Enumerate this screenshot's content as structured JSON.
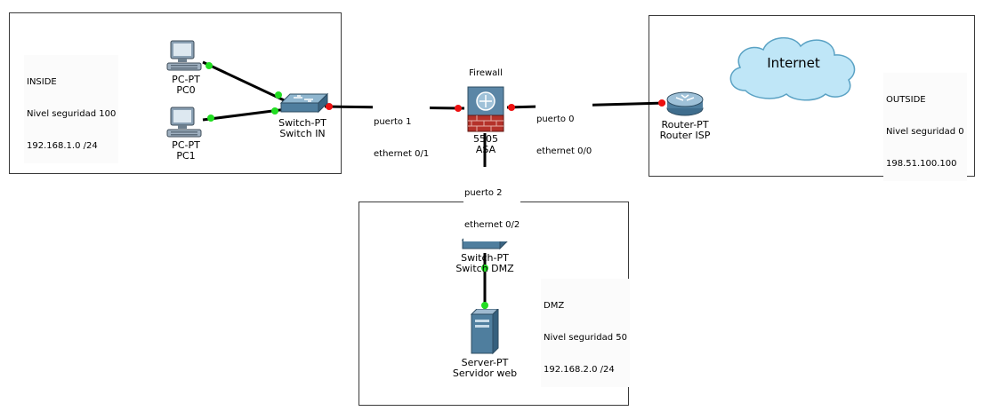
{
  "zones": {
    "inside": {
      "lines": [
        "INSIDE",
        "Nivel seguridad 100",
        "192.168.1.0 /24"
      ]
    },
    "outside": {
      "lines": [
        "OUTSIDE",
        "Nivel seguridad 0",
        "198.51.100.100"
      ]
    },
    "dmz": {
      "lines": [
        "DMZ",
        "Nivel seguridad 50",
        "192.168.2.0 /24"
      ]
    }
  },
  "devices": {
    "pc0": {
      "type": "PC-PT",
      "name": "PC0"
    },
    "pc1": {
      "type": "PC-PT",
      "name": "PC1"
    },
    "switch_in": {
      "type": "Switch-PT",
      "name": "Switch IN"
    },
    "firewall": {
      "title": "Firewall",
      "model": "5505",
      "name": "ASA"
    },
    "router": {
      "type": "Router-PT",
      "name": "Router ISP"
    },
    "switch_dmz": {
      "type": "Switch-PT",
      "name": "Switch DMZ"
    },
    "server": {
      "type": "Server-PT",
      "name": "Servidor web"
    },
    "internet": {
      "label": "Internet"
    }
  },
  "ports": {
    "p1": {
      "line1": "puerto 1",
      "line2": "ethernet 0/1"
    },
    "p0": {
      "line1": "puerto 0",
      "line2": "ethernet 0/0"
    },
    "p2": {
      "line1": "puerto 2",
      "line2": "ethernet 0/2"
    }
  },
  "colors": {
    "link_up": "#22dd22",
    "link_down": "#ee1111",
    "cable": "#000000",
    "cloud": "#bfe6f7"
  }
}
